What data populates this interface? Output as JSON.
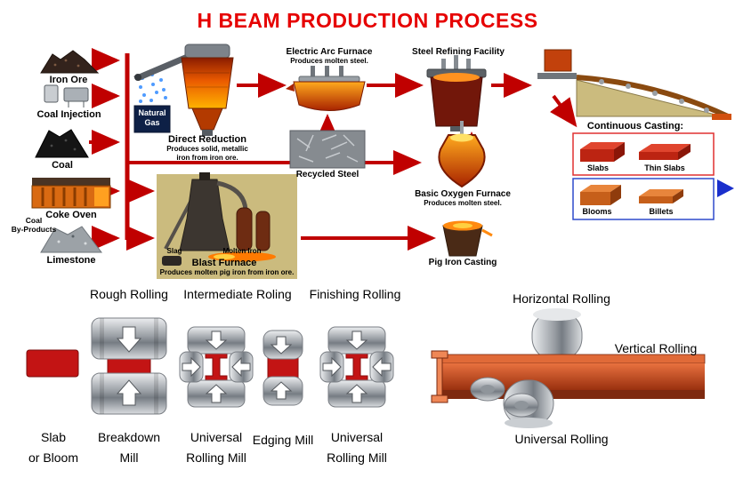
{
  "title": "H BEAM PRODUCTION PROCESS",
  "colors": {
    "title_red": "#e60000",
    "flow_line_red": "#c00000",
    "stock_red": "#c31414",
    "beam_orange": "#c0441c",
    "products_box_red_border": "#e03030",
    "products_box_blue_border": "#2f4acc",
    "blue_arrow": "#1a2fcc"
  },
  "flow": {
    "iron_ore": {
      "label": "Iron Ore"
    },
    "coal_injection": {
      "label": "Coal Injection"
    },
    "natural_gas": {
      "label": "Natural Gas"
    },
    "coal": {
      "label": "Coal"
    },
    "coke_oven": {
      "label": "Coke Oven"
    },
    "coal_by_products": {
      "line1": "Coal",
      "line2": "By-Products"
    },
    "limestone": {
      "label": "Limestone"
    },
    "direct_reduction": {
      "label": "Direct Reduction",
      "desc": "Produces solid, metallic iron from iron ore."
    },
    "electric_arc_furnace": {
      "label": "Electric Arc Furnace",
      "desc": "Produces molten steel."
    },
    "recycled_steel": {
      "label": "Recycled Steel"
    },
    "steel_refining_facility": {
      "label": "Steel Refining Facility"
    },
    "basic_oxygen_furnace": {
      "label": "Basic Oxygen Furnace",
      "desc": "Produces molten steel."
    },
    "continuous_casting": {
      "label": "Continuous Casting:",
      "products": {
        "slabs": "Slabs",
        "thin_slabs": "Thin Slabs",
        "blooms": "Blooms",
        "billets": "Billets"
      }
    },
    "blast_furnace": {
      "label": "Blast Furnace",
      "desc": "Produces molten pig iron from iron ore.",
      "slag": "Slag",
      "molten_iron": "Molten Iron"
    },
    "pig_iron_casting": {
      "label": "Pig Iron Casting"
    }
  },
  "rolling": {
    "stage_rough": "Rough Rolling",
    "stage_intermediate": "Intermediate Roling",
    "stage_finishing": "Finishing Rolling",
    "stage_horizontal": "Horizontal Rolling",
    "stage_vertical": "Vertical Rolling",
    "stage_universal": "Universal Rolling",
    "slab_or_bloom": {
      "line1": "Slab",
      "line2": "or Bloom"
    },
    "breakdown_mill": {
      "line1": "Breakdown",
      "line2": "Mill"
    },
    "universal_mill_1": {
      "line1": "Universal",
      "line2": "Rolling Mill"
    },
    "edging_mill": {
      "line1": "Edging Mill"
    },
    "universal_mill_2": {
      "line1": "Universal",
      "line2": "Rolling Mill"
    }
  }
}
